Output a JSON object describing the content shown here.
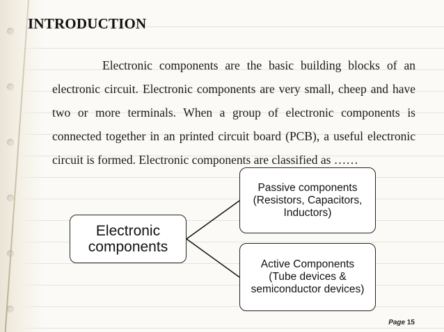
{
  "slide": {
    "heading": "INTRODUCTION",
    "paragraph": "Electronic components are the basic building blocks of an electronic circuit. Electronic components are very small, cheep and have two or more terminals. When a group of electronic components is connected together in an printed circuit board (PCB), a useful electronic circuit is formed. Electronic components are classified as ……"
  },
  "diagram": {
    "root": {
      "line1": "Electronic",
      "line2": "components"
    },
    "passive": {
      "line1": "Passive components",
      "line2": "(Resistors, Capacitors,",
      "line3": "Inductors)"
    },
    "active": {
      "line1": "Active Components",
      "line2": "(Tube devices &",
      "line3": "semiconductor devices)"
    }
  },
  "footer": {
    "page_label": "Page",
    "separator": "",
    "page_number": "15"
  },
  "colors": {
    "paper": "#fbfaf6",
    "rule_lines": "#e6e3dc",
    "text": "#1a1a1a"
  }
}
